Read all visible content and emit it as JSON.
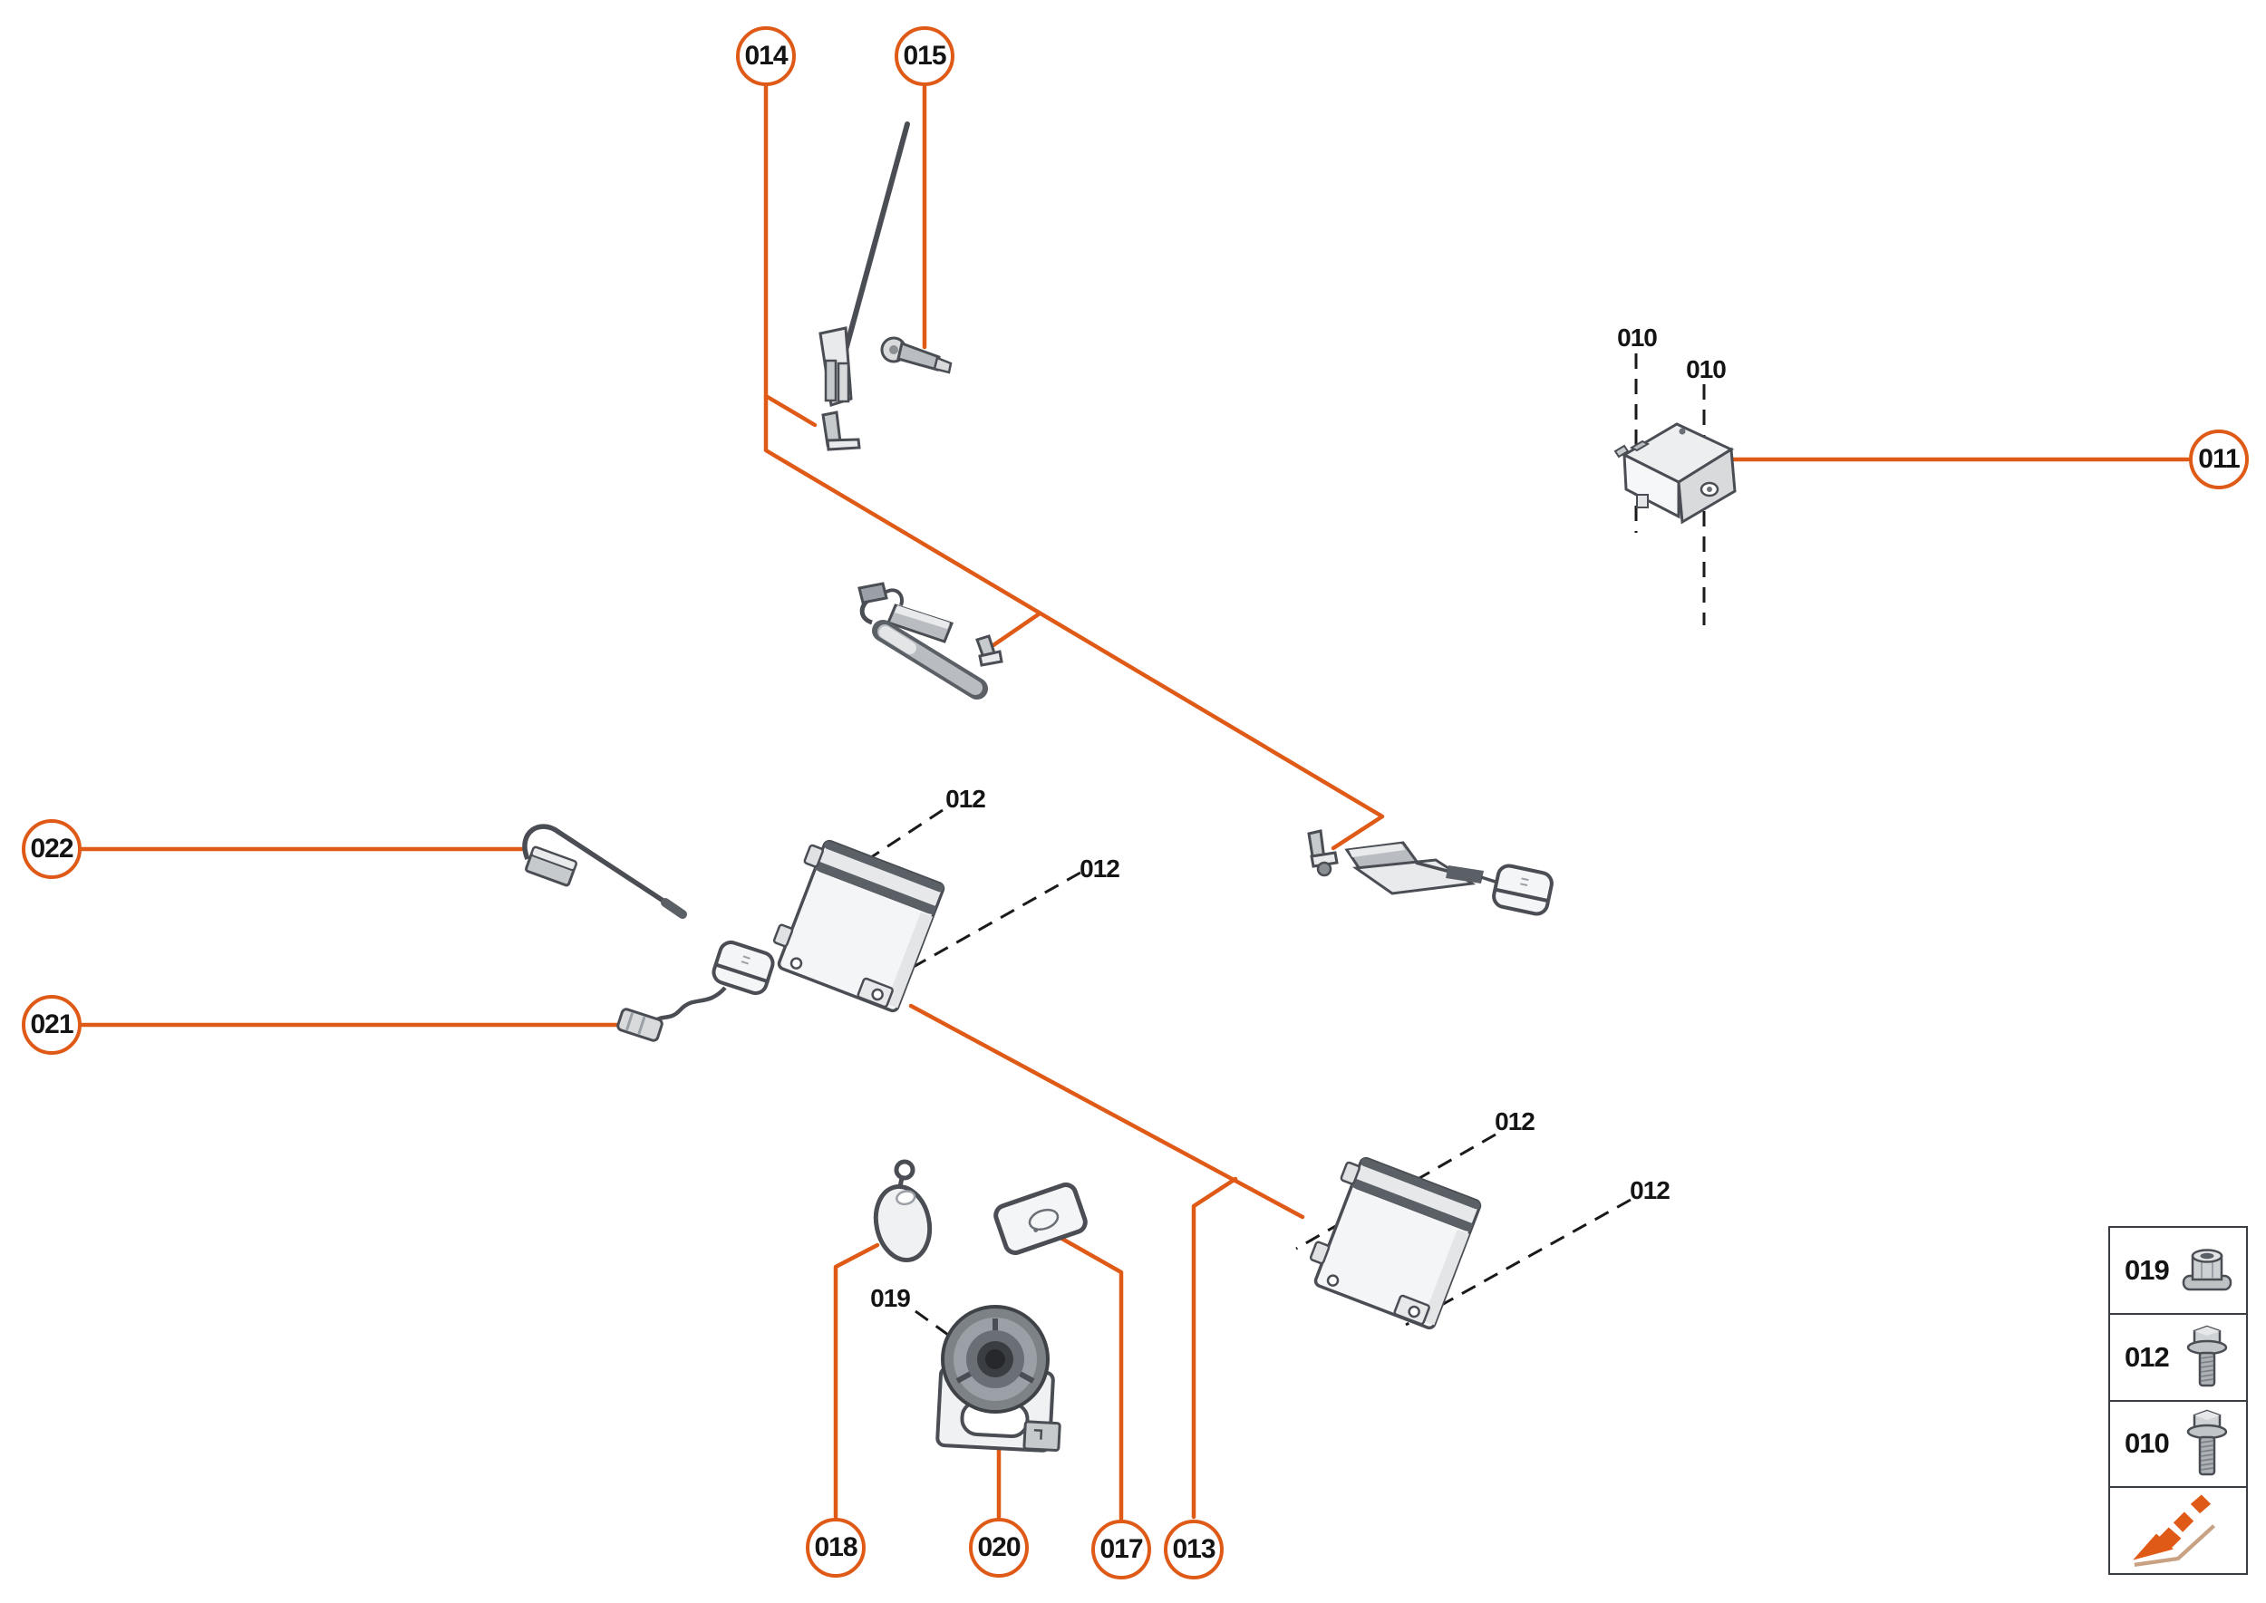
{
  "diagram": {
    "kind": "vehicle-parts-exploded-diagram",
    "background_color": "#ffffff",
    "accent_color": "#e05a17",
    "outline_color": "#4a4e54",
    "leader_dash_color": "#1a1a1a"
  },
  "callouts": [
    {
      "id": "014",
      "label": "014"
    },
    {
      "id": "015",
      "label": "015"
    },
    {
      "id": "011",
      "label": "011"
    },
    {
      "id": "022",
      "label": "022"
    },
    {
      "id": "021",
      "label": "021"
    },
    {
      "id": "018",
      "label": "018"
    },
    {
      "id": "020",
      "label": "020"
    },
    {
      "id": "017",
      "label": "017"
    },
    {
      "id": "013",
      "label": "013"
    }
  ],
  "part_labels": [
    {
      "text": "012"
    },
    {
      "text": "012"
    },
    {
      "text": "012"
    },
    {
      "text": "012"
    },
    {
      "text": "010"
    },
    {
      "text": "010"
    },
    {
      "text": "019"
    }
  ],
  "legend": {
    "rows": [
      {
        "label": "019",
        "icon": "flange-nut-icon"
      },
      {
        "label": "012",
        "icon": "flange-bolt-icon"
      },
      {
        "label": "010",
        "icon": "flange-bolt-icon"
      },
      {
        "label": "",
        "icon": "direction-arrow-icon"
      }
    ]
  },
  "parts": {
    "drawn_items": [
      "roof-antenna-mast",
      "antenna-joint-element",
      "mounting-clip-top",
      "antenna-amplifier-left",
      "mounting-clip-middle",
      "control-module-center",
      "control-module-right",
      "mounting-clip-right",
      "antenna-amplifier-right",
      "antenna-puck-right",
      "gps-antenna-with-cable",
      "wire-antenna-element",
      "emergency-key-fob",
      "key-card",
      "alarm-speaker",
      "control-module-010"
    ]
  }
}
